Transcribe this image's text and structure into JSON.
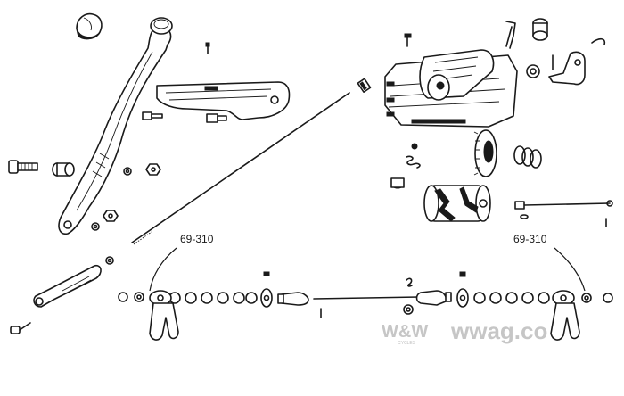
{
  "diagram": {
    "callouts": [
      {
        "id": "left",
        "label": "69-310"
      },
      {
        "id": "right",
        "label": "69-310"
      }
    ]
  },
  "watermark": {
    "brand": "W&W",
    "site": "wwag.co",
    "small": "CYCLES"
  },
  "colors": {
    "ink": "#1a1a1a",
    "watermark": "#bdbdbd",
    "background": "#ffffff"
  }
}
